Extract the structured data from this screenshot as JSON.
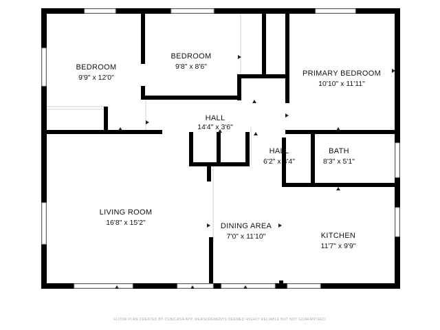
{
  "rooms": {
    "bedroom_left": {
      "name": "BEDROOM",
      "size": "9'9\" x 12'0\""
    },
    "bedroom_middle": {
      "name": "BEDROOM",
      "size": "9'8\" x 8'6\""
    },
    "primary_bedroom": {
      "name": "PRIMARY BEDROOM",
      "size": "10'10\" x 11'11\""
    },
    "hall_main": {
      "name": "HALL",
      "size": "14'4\" x 3'6\""
    },
    "hall_small": {
      "name": "HALL",
      "size": "6'2\" x 3'4\""
    },
    "bath": {
      "name": "BATH",
      "size": "8'3\" x 5'1\""
    },
    "living_room": {
      "name": "LIVING ROOM",
      "size": "16'8\" x 15'2\""
    },
    "dining_area": {
      "name": "DINING AREA",
      "size": "7'0\" x 11'10\""
    },
    "kitchen": {
      "name": "KITCHEN",
      "size": "11'7\" x 9'9\""
    }
  },
  "footer": "FLOOR PLAN CREATED BY CUBICASA APP. MEASUREMENTS DEEMED HIGHLY RELIABLE BUT NOT GUARANTEED."
}
